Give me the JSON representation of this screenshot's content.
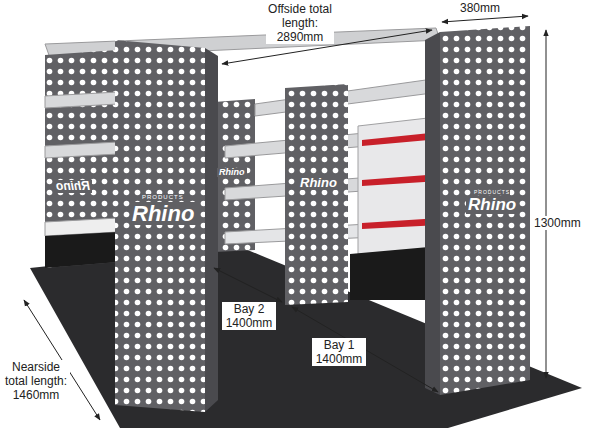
{
  "diagram": {
    "labels": [
      "Offside total length: 2890mm",
      "380mm",
      "1300mm",
      "Rhino",
      "Rhino",
      "Rhino",
      "PRODUCTS",
      "Rhino",
      "PRODUCTS",
      "Rhino",
      "Bay 2 1400mm",
      "Bay 1 1400mm",
      "Nearside total length: 1460mm"
    ]
  }
}
